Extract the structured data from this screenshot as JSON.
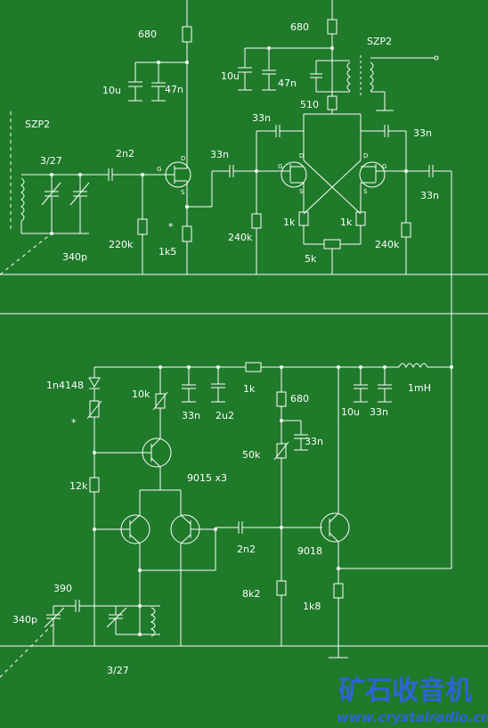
{
  "upper_stage": {
    "r_top": "680",
    "c_10u": "10u",
    "c_47n": "47n",
    "label_szp2_left": "SZP2",
    "label_3_27": "3/27",
    "c_2n2": "2n2",
    "c_340p": "340p",
    "r_220k": "220k",
    "r_1k5": "1k5",
    "star": "*",
    "c_33n_out": "33n"
  },
  "mixer_stage": {
    "r_680": "680",
    "label_szp2_right": "SZP2",
    "c_10u": "10u",
    "c_47n": "47n",
    "r_510": "510",
    "c_33n_tl": "33n",
    "c_33n_tr": "33n",
    "c_33n_out": "33n",
    "r_240k_left": "240k",
    "r_1k_left": "1k",
    "r_1k_right": "1k",
    "r_5k": "5k",
    "r_240k_right": "240k"
  },
  "lower_stage": {
    "d_1n4148": "1n4148",
    "star": "*",
    "r_10k": "10k",
    "c_33n_a": "33n",
    "c_2u2": "2u2",
    "r_1k": "1k",
    "r_680": "680",
    "c_10u": "10u",
    "c_33n_b": "33n",
    "l_1mh": "1mH",
    "r_50k": "50k",
    "c_33n_c": "33n",
    "r_12k": "12k",
    "q_9015": "9015 x3",
    "c_2n2": "2n2",
    "q_9018": "9018",
    "c_390": "390",
    "c_340p": "340p",
    "r_8k2": "8k2",
    "r_1k8": "1k8",
    "label_3_27": "3/27"
  },
  "watermark": {
    "title": "矿石收音机",
    "url": "www.crystalradio.cn",
    "color": "#2f63d6"
  },
  "colors": {
    "background": "#1f7a2a",
    "lines": "#ffffff"
  }
}
